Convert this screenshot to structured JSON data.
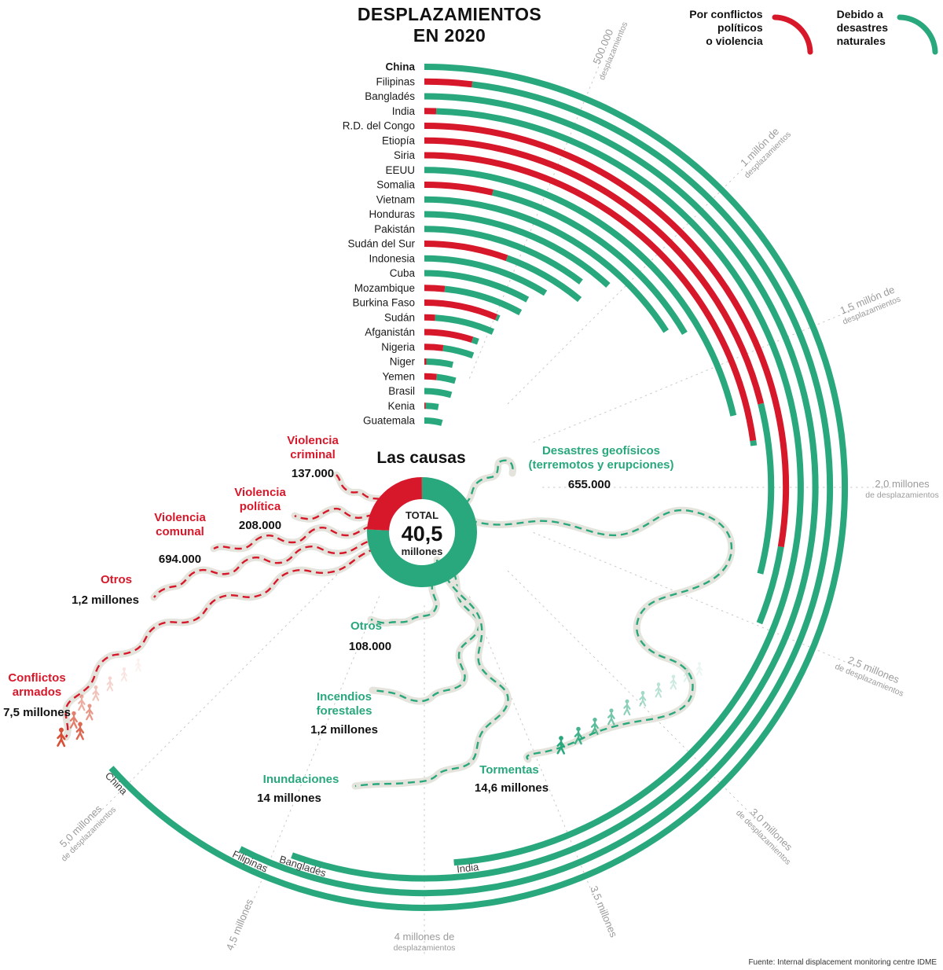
{
  "title": {
    "line1": "DESPLAZAMIENTOS",
    "line2": "EN 2020"
  },
  "legend": {
    "conflict": {
      "lines": [
        "Por conflictos",
        "políticos",
        "o violencia"
      ],
      "color": "#d7182a"
    },
    "disaster": {
      "lines": [
        "Debido a",
        "desastres",
        "naturales"
      ],
      "color": "#29a87d"
    }
  },
  "source": "Fuente: Internal displacement monitoring centre IDME",
  "chart_data": {
    "type": "radial-bar",
    "title": "Desplazamientos en 2020",
    "units": "millones de desplazamientos",
    "angle_deg_per_million": 45,
    "colors": {
      "conflict": "#d7182a",
      "disaster": "#29a87d"
    },
    "axis_ticks": [
      {
        "value": 0.5,
        "lines": [
          "500.000",
          "desplazamientos"
        ]
      },
      {
        "value": 1,
        "lines": [
          "1 millón de",
          "desplazamientos"
        ]
      },
      {
        "value": 1.5,
        "lines": [
          "1,5 millón de",
          "desplazamientos"
        ]
      },
      {
        "value": 2,
        "lines": [
          "2,0 millones",
          "de desplazamientos"
        ]
      },
      {
        "value": 2.5,
        "lines": [
          "2,5 millones",
          "de desplazamientos"
        ]
      },
      {
        "value": 3,
        "lines": [
          "3,0 millones",
          "de desplazamientos"
        ]
      },
      {
        "value": 3.5,
        "lines": [
          "3,5 millones"
        ]
      },
      {
        "value": 4,
        "lines": [
          "4 millones de",
          "desplazamientos"
        ]
      },
      {
        "value": 4.5,
        "lines": [
          "4,5 millones"
        ]
      },
      {
        "value": 5,
        "lines": [
          "5,0 millones",
          "de desplazamientos"
        ]
      }
    ],
    "countries": [
      {
        "name": "China",
        "conflict_millions": 0,
        "disaster_millions": 5.07,
        "end_label": true
      },
      {
        "name": "Filipinas",
        "conflict_millions": 0.15,
        "disaster_millions": 4.45,
        "end_label": true
      },
      {
        "name": "Bangladés",
        "conflict_millions": 0,
        "disaster_millions": 4.44,
        "end_label": true
      },
      {
        "name": "India",
        "conflict_millions": 0.04,
        "disaster_millions": 3.86,
        "end_label": true
      },
      {
        "name": "R.D. del Congo",
        "conflict_millions": 2.21,
        "disaster_millions": 0.28
      },
      {
        "name": "Etiopía",
        "conflict_millions": 1.69,
        "disaster_millions": 0.63
      },
      {
        "name": "Siria",
        "conflict_millions": 1.82,
        "disaster_millions": 0.02
      },
      {
        "name": "EEUU",
        "conflict_millions": 0,
        "disaster_millions": 1.71
      },
      {
        "name": "Somalia",
        "conflict_millions": 0.29,
        "disaster_millions": 1.03
      },
      {
        "name": "Vietnam",
        "conflict_millions": 0,
        "disaster_millions": 1.27
      },
      {
        "name": "Honduras",
        "conflict_millions": 0,
        "disaster_millions": 0.94
      },
      {
        "name": "Pakistán",
        "conflict_millions": 0,
        "disaster_millions": 0.83
      },
      {
        "name": "Sudán del Sur",
        "conflict_millions": 0.44,
        "disaster_millions": 0.44
      },
      {
        "name": "Indonesia",
        "conflict_millions": 0,
        "disaster_millions": 0.71
      },
      {
        "name": "Cuba",
        "conflict_millions": 0,
        "disaster_millions": 0.64
      },
      {
        "name": "Mozambique",
        "conflict_millions": 0.13,
        "disaster_millions": 0.51
      },
      {
        "name": "Burkina Faso",
        "conflict_millions": 0.51,
        "disaster_millions": 0.02
      },
      {
        "name": "Sudán",
        "conflict_millions": 0.08,
        "disaster_millions": 0.45
      },
      {
        "name": "Afganistán",
        "conflict_millions": 0.4,
        "disaster_millions": 0.05
      },
      {
        "name": "Nigeria",
        "conflict_millions": 0.17,
        "disaster_millions": 0.28
      },
      {
        "name": "Niger",
        "conflict_millions": 0.02,
        "disaster_millions": 0.27
      },
      {
        "name": "Yemen",
        "conflict_millions": 0.14,
        "disaster_millions": 0.22
      },
      {
        "name": "Brasil",
        "conflict_millions": 0,
        "disaster_millions": 0.36
      },
      {
        "name": "Kenia",
        "conflict_millions": 0.02,
        "disaster_millions": 0.2
      },
      {
        "name": "Guatemala",
        "conflict_millions": 0,
        "disaster_millions": 0.34
      }
    ],
    "causes": {
      "title": "Las causas",
      "total": {
        "label": "TOTAL",
        "value": "40,5",
        "unit": "millones"
      },
      "donut": {
        "conflict_millions": 9.8,
        "disaster_millions": 30.7
      },
      "conflict_items": [
        {
          "name": "Violencia criminal",
          "lines": [
            "Violencia",
            "criminal"
          ],
          "value": "137.000"
        },
        {
          "name": "Violencia política",
          "lines": [
            "Violencia",
            "política"
          ],
          "value": "208.000"
        },
        {
          "name": "Violencia comunal",
          "lines": [
            "Violencia",
            "comunal"
          ],
          "value": "694.000"
        },
        {
          "name": "Otros",
          "lines": [
            "Otros"
          ],
          "value": "1,2 millones"
        },
        {
          "name": "Conflictos armados",
          "lines": [
            "Conflictos",
            "armados"
          ],
          "value": "7,5 millones"
        }
      ],
      "disaster_items": [
        {
          "name": "Desastres geofísicos (terremotos y erupciones)",
          "lines": [
            "Desastres geofísicos",
            "(terremotos y erupciones)"
          ],
          "value": "655.000"
        },
        {
          "name": "Otros",
          "lines": [
            "Otros"
          ],
          "value": "108.000"
        },
        {
          "name": "Incendios forestales",
          "lines": [
            "Incendios",
            "forestales"
          ],
          "value": "1,2 millones"
        },
        {
          "name": "Inundaciones",
          "lines": [
            "Inundaciones"
          ],
          "value": "14 millones"
        },
        {
          "name": "Tormentas",
          "lines": [
            "Tormentas"
          ],
          "value": "14,6 millones"
        }
      ]
    }
  }
}
